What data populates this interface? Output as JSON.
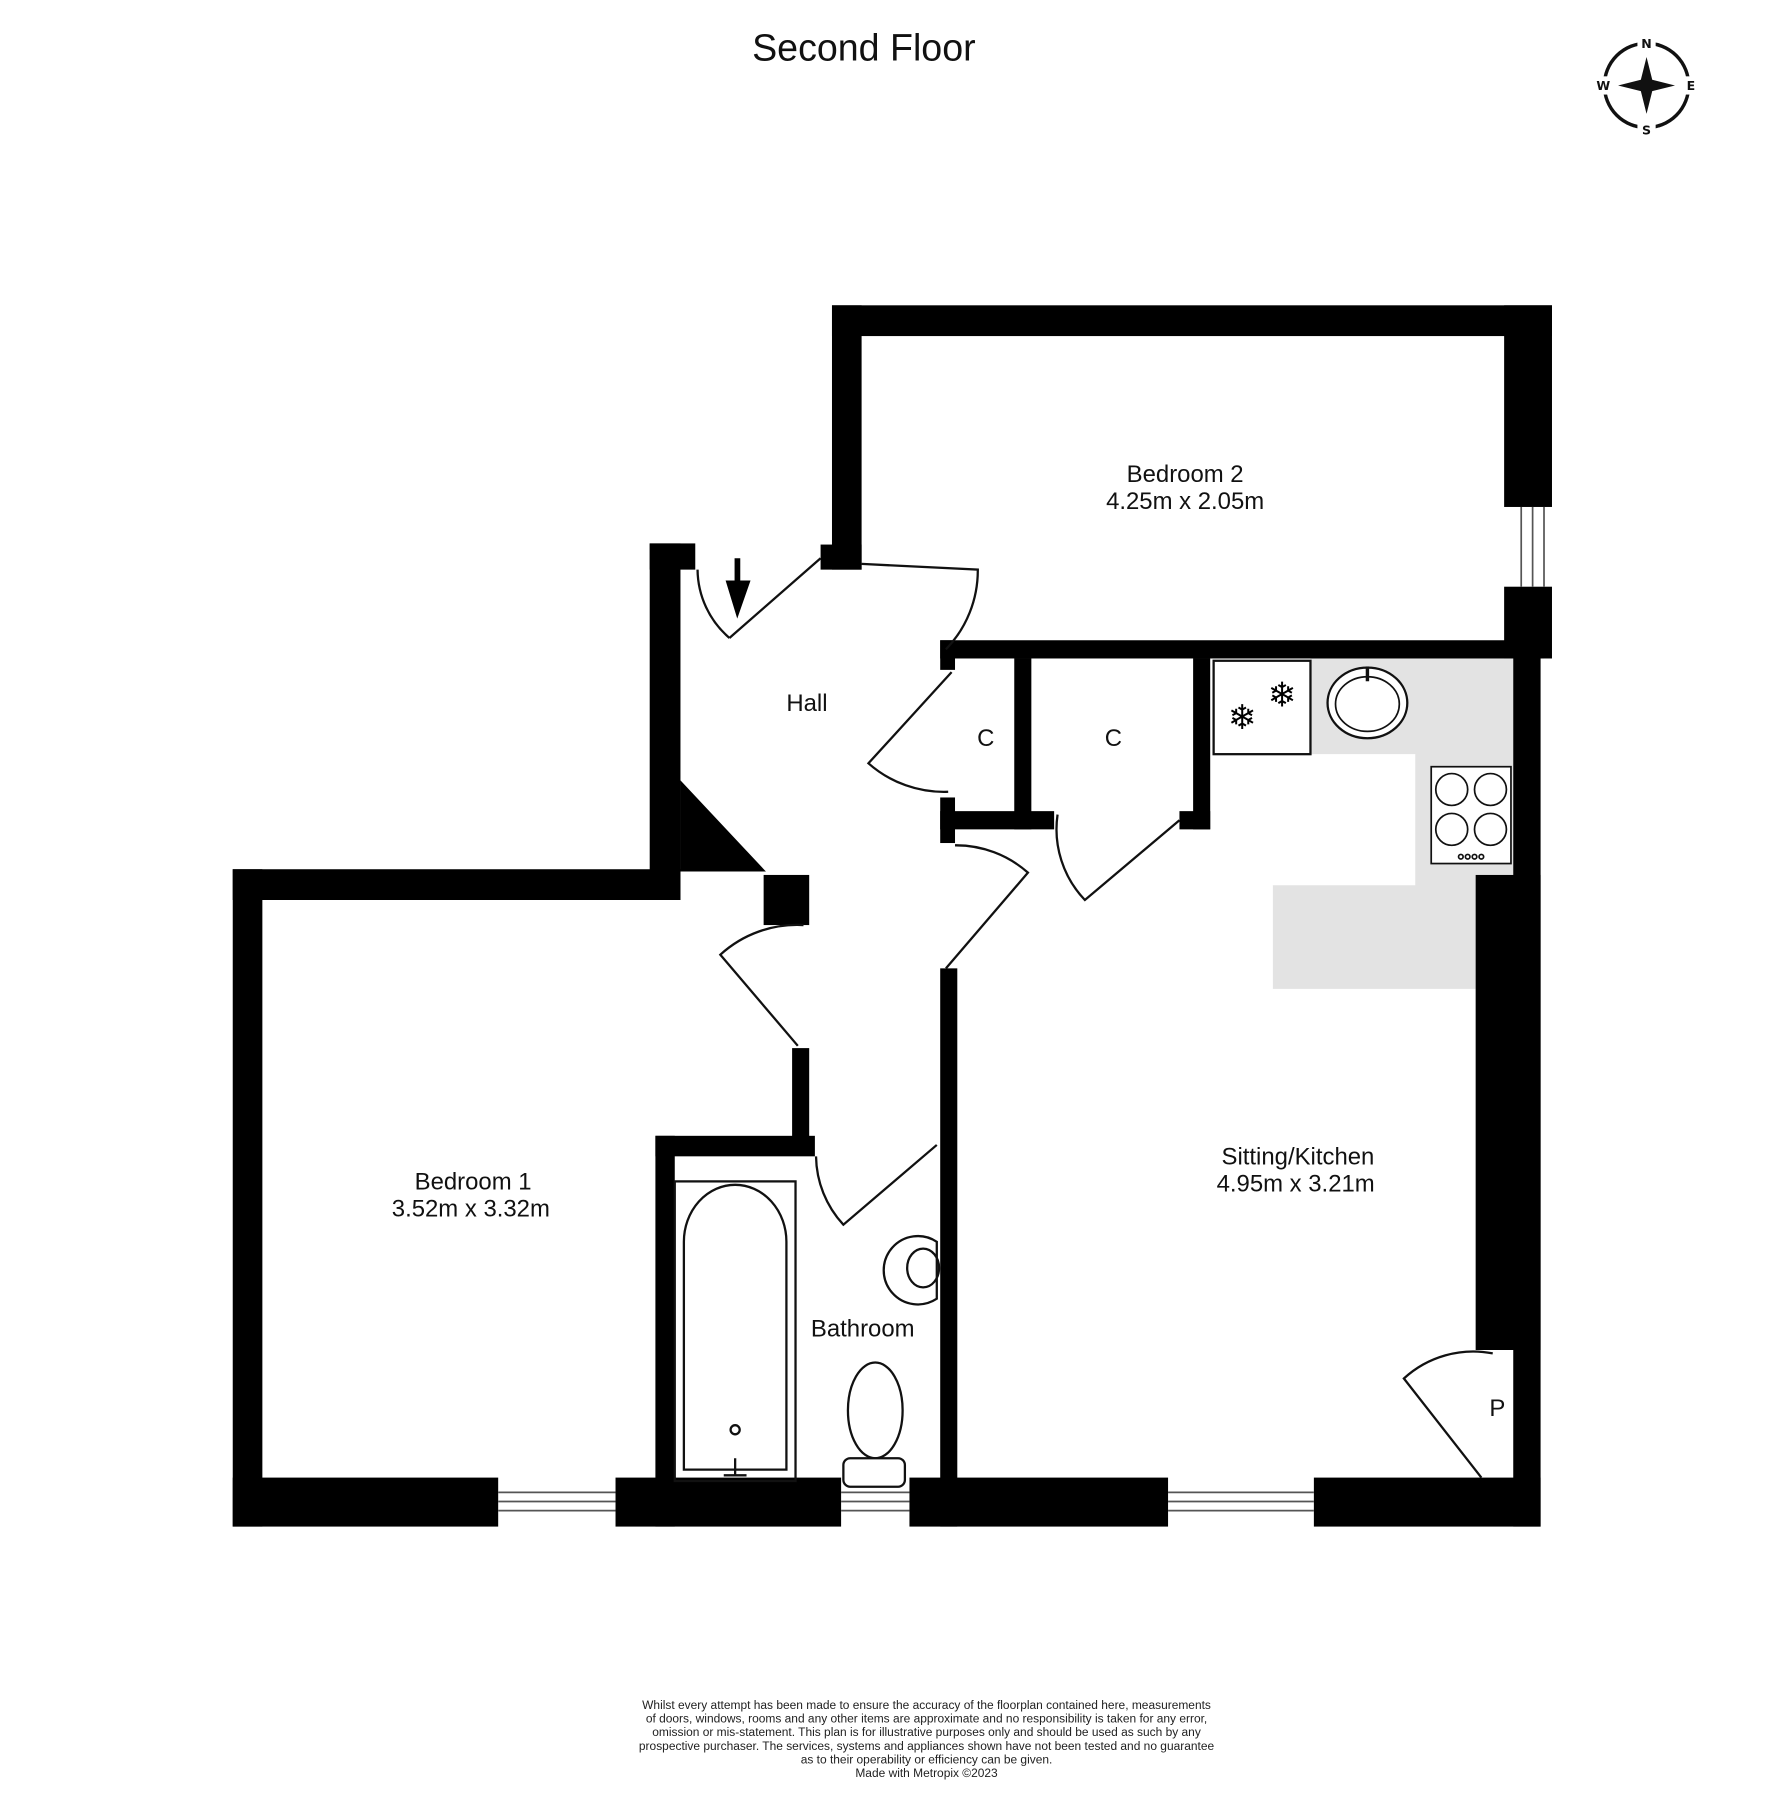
{
  "title": "Second Floor",
  "compass": {
    "north": "N",
    "south": "S",
    "east": "E",
    "west": "W"
  },
  "rooms": [
    {
      "name": "Bedroom 2",
      "dimensions": "4.25m  x 2.05m"
    },
    {
      "name": "Hall"
    },
    {
      "name": "C"
    },
    {
      "name": "C"
    },
    {
      "name": "Bedroom 1",
      "dimensions": "3.52m  x 3.32m"
    },
    {
      "name": "Bathroom"
    },
    {
      "name": "Sitting/Kitchen",
      "dimensions": "4.95m  x 3.21m"
    },
    {
      "name": "P"
    }
  ],
  "colors": {
    "wall": "#000000",
    "kitchen_area": "#e3e3e3"
  },
  "disclaimer": [
    "Whilst every attempt has been made to ensure the accuracy of the floorplan contained here, measurements",
    "of doors, windows, rooms and any other items are approximate and no responsibility is taken for any error,",
    "omission or mis-statement. This plan is for illustrative purposes only and should be used as such by any",
    "prospective purchaser. The services, systems and appliances shown have not been tested and no guarantee",
    "as to their operability or efficiency can be given.",
    "Made with Metropix ©2023"
  ]
}
